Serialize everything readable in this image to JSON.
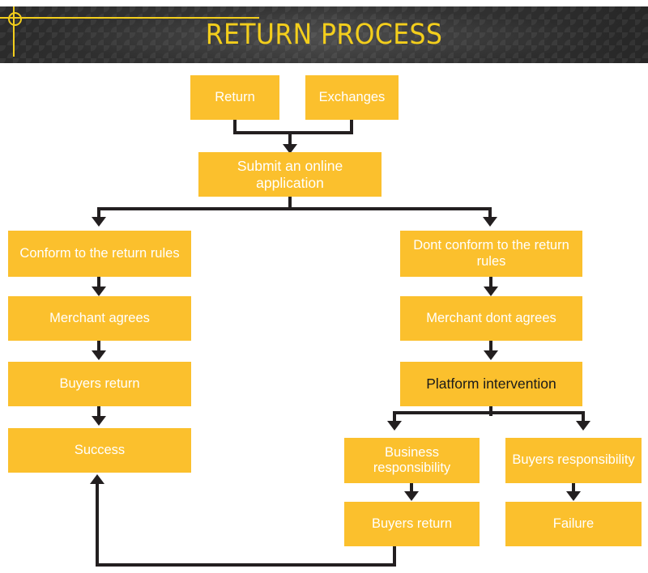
{
  "header": {
    "title": "RETURN PROCESS",
    "background_color": "#2f2f2f",
    "title_color": "#F3CE1C",
    "registration_mark": "crosshair-registration-mark"
  },
  "theme": {
    "box_color": "#FBC02D",
    "connector_color": "#231F20",
    "text_light": "#FFFFFF",
    "text_dark": "#1A1A1A",
    "page_background": "#FFFFFF"
  },
  "flowchart": {
    "type": "flowchart",
    "orientation": "top-down",
    "nodes": [
      {
        "id": "return",
        "label": "Return",
        "text_color": "light"
      },
      {
        "id": "exchanges",
        "label": "Exchanges",
        "text_color": "light"
      },
      {
        "id": "submit",
        "label": "Submit an online application",
        "text_color": "light"
      },
      {
        "id": "conform",
        "label": "Conform to the return rules",
        "text_color": "light"
      },
      {
        "id": "merchant-agrees",
        "label": "Merchant agrees",
        "text_color": "light"
      },
      {
        "id": "buyers-return-l",
        "label": "Buyers return",
        "text_color": "light"
      },
      {
        "id": "success",
        "label": "Success",
        "text_color": "light"
      },
      {
        "id": "dont-conform",
        "label": "Dont conform to the return rules",
        "text_color": "light"
      },
      {
        "id": "merchant-dont",
        "label": "Merchant dont agrees",
        "text_color": "light"
      },
      {
        "id": "platform",
        "label": "Platform intervention",
        "text_color": "dark"
      },
      {
        "id": "business-resp",
        "label": "Business responsibility",
        "text_color": "light"
      },
      {
        "id": "buyers-resp",
        "label": "Buyers responsibility",
        "text_color": "light"
      },
      {
        "id": "buyers-return-r",
        "label": "Buyers return",
        "text_color": "light"
      },
      {
        "id": "failure",
        "label": "Failure",
        "text_color": "light"
      }
    ],
    "edges": [
      {
        "from": "return",
        "to": "submit"
      },
      {
        "from": "exchanges",
        "to": "submit"
      },
      {
        "from": "submit",
        "to": "conform"
      },
      {
        "from": "submit",
        "to": "dont-conform"
      },
      {
        "from": "conform",
        "to": "merchant-agrees"
      },
      {
        "from": "merchant-agrees",
        "to": "buyers-return-l"
      },
      {
        "from": "buyers-return-l",
        "to": "success"
      },
      {
        "from": "dont-conform",
        "to": "merchant-dont"
      },
      {
        "from": "merchant-dont",
        "to": "platform"
      },
      {
        "from": "platform",
        "to": "business-resp"
      },
      {
        "from": "platform",
        "to": "buyers-resp"
      },
      {
        "from": "business-resp",
        "to": "buyers-return-r"
      },
      {
        "from": "buyers-resp",
        "to": "failure"
      },
      {
        "from": "buyers-return-r",
        "to": "success"
      }
    ]
  }
}
